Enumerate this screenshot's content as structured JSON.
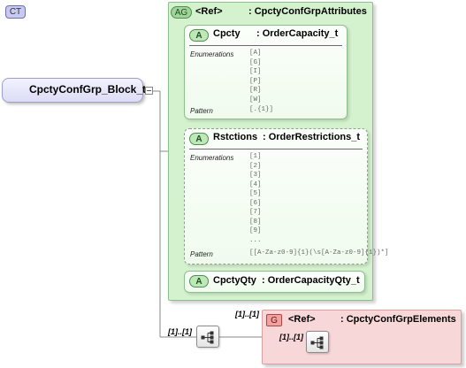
{
  "complex_type": {
    "badge": "CT",
    "name": "CpctyConfGrp_Block_t"
  },
  "attribute_group": {
    "badge": "AG",
    "ref_label": "<Ref>",
    "name": ": CpctyConfGrpAttributes"
  },
  "attributes": [
    {
      "badge": "A",
      "name": "Cpcty",
      "type": ": OrderCapacity_t",
      "enum_label": "Enumerations",
      "enumerations": [
        "[A]",
        "[G]",
        "[I]",
        "[P]",
        "[R]",
        "[W]"
      ],
      "pattern_label": "Pattern",
      "pattern": "[.{1}]"
    },
    {
      "badge": "A",
      "name": "Rstctions",
      "type": ": OrderRestrictions_t",
      "enum_label": "Enumerations",
      "enumerations": [
        "[1]",
        "[2]",
        "[3]",
        "[4]",
        "[5]",
        "[6]",
        "[7]",
        "[8]",
        "[9]",
        "..."
      ],
      "pattern_label": "Pattern",
      "pattern": "[[A-Za-z0-9]{1}(\\s[A-Za-z0-9]{1})*]"
    },
    {
      "badge": "A",
      "name": "CpctyQty",
      "type": ": OrderCapacityQty_t"
    }
  ],
  "sequence": {
    "occurrence": "[1]..[1]"
  },
  "group": {
    "badge": "G",
    "ref_label": "<Ref>",
    "name": ": CpctyConfGrpElements",
    "occurrence": "[1]..[1]",
    "inner_occurrence": "[1]..[1]"
  },
  "colors": {
    "attribute_group_fill": "#d5f2cf",
    "group_fill": "#f7d7d7",
    "complex_type_fill": "#dcdcf5"
  }
}
